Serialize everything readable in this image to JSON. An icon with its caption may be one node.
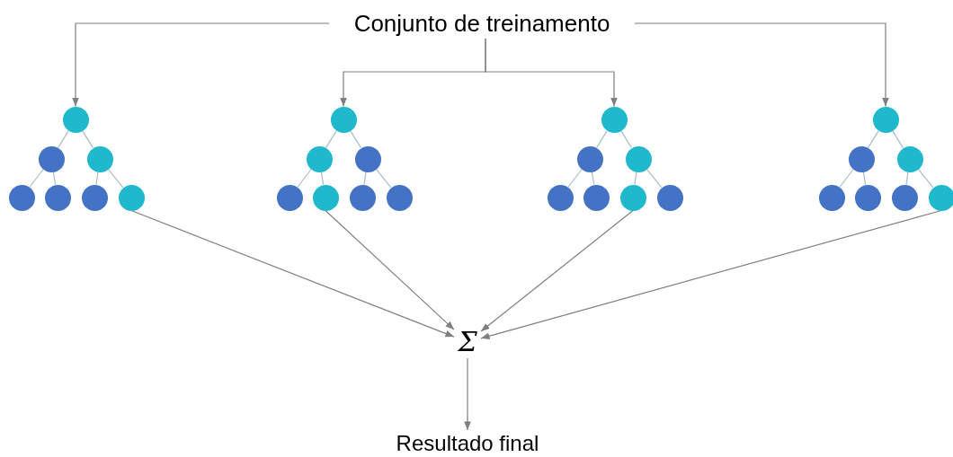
{
  "diagram": {
    "nodes": [
      {
        "text": [
          "Conjunto de treinamento"
        ]
      },
      {
        "text": [],
        "shape": "circle"
      },
      {
        "text": [],
        "shape": "circle"
      },
      {
        "text": [],
        "shape": "circle"
      },
      {
        "text": [],
        "shape": "circle"
      },
      {
        "text": [],
        "shape": "circle"
      },
      {
        "text": [],
        "shape": "circle"
      },
      {
        "text": [],
        "shape": "circle"
      },
      {
        "text": [],
        "shape": "circle"
      },
      {
        "text": [],
        "shape": "circle"
      },
      {
        "text": [],
        "shape": "circle"
      },
      {
        "text": [],
        "shape": "circle"
      },
      {
        "text": [],
        "shape": "circle"
      },
      {
        "text": [],
        "shape": "circle"
      },
      {
        "text": [],
        "shape": "circle"
      },
      {
        "text": [],
        "shape": "circle"
      },
      {
        "text": [],
        "shape": "circle"
      },
      {
        "text": [],
        "shape": "circle"
      },
      {
        "text": [],
        "shape": "circle"
      },
      {
        "text": [],
        "shape": "circle"
      },
      {
        "text": [],
        "shape": "circle"
      },
      {
        "text": [],
        "shape": "circle"
      },
      {
        "text": [],
        "shape": "circle"
      },
      {
        "text": [],
        "shape": "circle"
      },
      {
        "text": [],
        "shape": "circle"
      },
      {
        "text": [],
        "shape": "circle"
      },
      {
        "text": [],
        "shape": "circle"
      },
      {
        "text": [],
        "shape": "circle"
      },
      {
        "text": [],
        "shape": "circle"
      },
      {
        "text": [
          "Σ"
        ]
      },
      {
        "text": [
          "Resultado final"
        ]
      }
    ],
    "edges": [
      {
        "from": 0,
        "to": 1,
        "arrow": "to",
        "color": "#7f7f7f"
      },
      {
        "from": 0,
        "to": 8,
        "arrow": "to",
        "color": "#7f7f7f"
      },
      {
        "from": 0,
        "to": 15,
        "arrow": "to",
        "color": "#7f7f7f"
      },
      {
        "from": 0,
        "to": 22,
        "arrow": "to",
        "color": "#7f7f7f"
      },
      {
        "from": 1,
        "to": 2,
        "arrow": "none"
      },
      {
        "from": 1,
        "to": 3,
        "arrow": "none"
      },
      {
        "from": 2,
        "to": 4,
        "arrow": "none"
      },
      {
        "from": 2,
        "to": 5,
        "arrow": "none"
      },
      {
        "from": 3,
        "to": 6,
        "arrow": "none"
      },
      {
        "from": 3,
        "to": 7,
        "arrow": "none"
      },
      {
        "from": 8,
        "to": 9,
        "arrow": "none"
      },
      {
        "from": 8,
        "to": 10,
        "arrow": "none"
      },
      {
        "from": 9,
        "to": 11,
        "arrow": "none"
      },
      {
        "from": 9,
        "to": 12,
        "arrow": "none"
      },
      {
        "from": 10,
        "to": 13,
        "arrow": "none"
      },
      {
        "from": 10,
        "to": 14,
        "arrow": "none"
      },
      {
        "from": 15,
        "to": 16,
        "arrow": "none"
      },
      {
        "from": 15,
        "to": 17,
        "arrow": "none"
      },
      {
        "from": 16,
        "to": 18,
        "arrow": "none"
      },
      {
        "from": 16,
        "to": 19,
        "arrow": "none"
      },
      {
        "from": 17,
        "to": 20,
        "arrow": "none"
      },
      {
        "from": 17,
        "to": 21,
        "arrow": "none"
      },
      {
        "from": 22,
        "to": 23,
        "arrow": "none"
      },
      {
        "from": 22,
        "to": 24,
        "arrow": "none"
      },
      {
        "from": 23,
        "to": 25,
        "arrow": "none"
      },
      {
        "from": 23,
        "to": 26,
        "arrow": "none"
      },
      {
        "from": 24,
        "to": 27,
        "arrow": "none"
      },
      {
        "from": 24,
        "to": 28,
        "arrow": "none"
      },
      {
        "from": 7,
        "to": 29,
        "arrow": "to",
        "color": "#7f7f7f"
      },
      {
        "from": 12,
        "to": 29,
        "arrow": "to",
        "color": "#7f7f7f"
      },
      {
        "from": 20,
        "to": 29,
        "arrow": "to",
        "color": "#7f7f7f"
      },
      {
        "from": 28,
        "to": 29,
        "arrow": "to",
        "color": "#7f7f7f"
      },
      {
        "from": 29,
        "to": 30,
        "arrow": "to",
        "color": "#7f7f7f"
      }
    ]
  }
}
